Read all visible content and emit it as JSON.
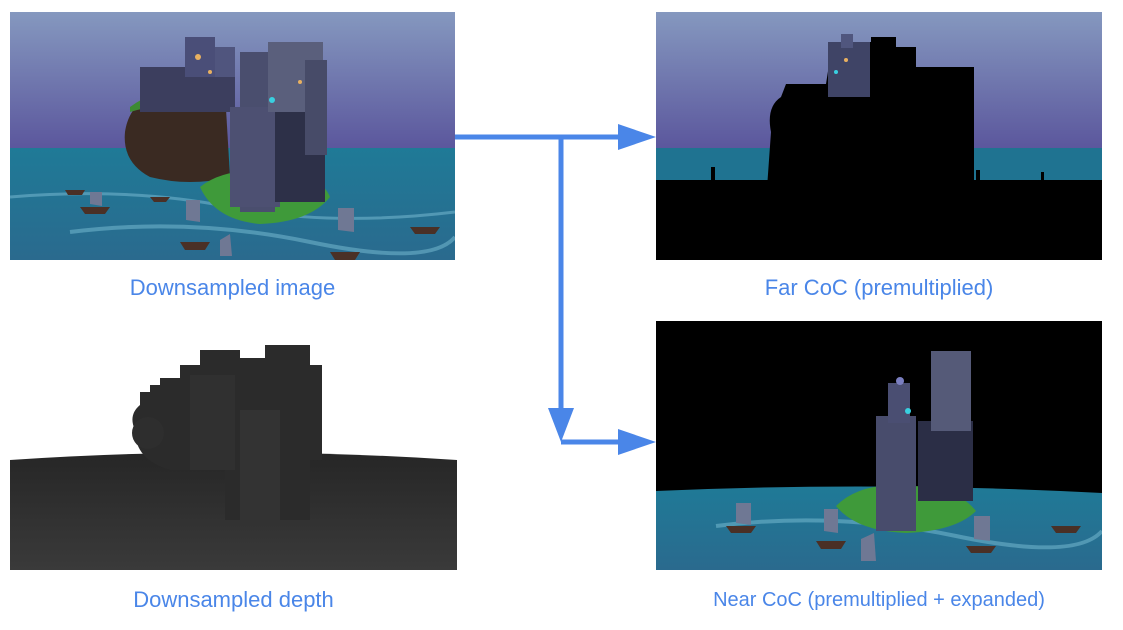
{
  "captions": {
    "downsampled_image": "Downsampled image",
    "downsampled_depth": "Downsampled depth",
    "far_coc": "Far CoC (premultiplied)",
    "near_coc": "Near CoC (premultiplied + expanded)"
  },
  "colors": {
    "caption": "#4a86e8",
    "arrow": "#4a86e8",
    "sky_top": "#7e8fb8",
    "sky_bottom": "#5c569a",
    "sea": "#1d6a86",
    "castle": "#3f4462",
    "grass": "#3f9a3a",
    "black": "#000000"
  }
}
